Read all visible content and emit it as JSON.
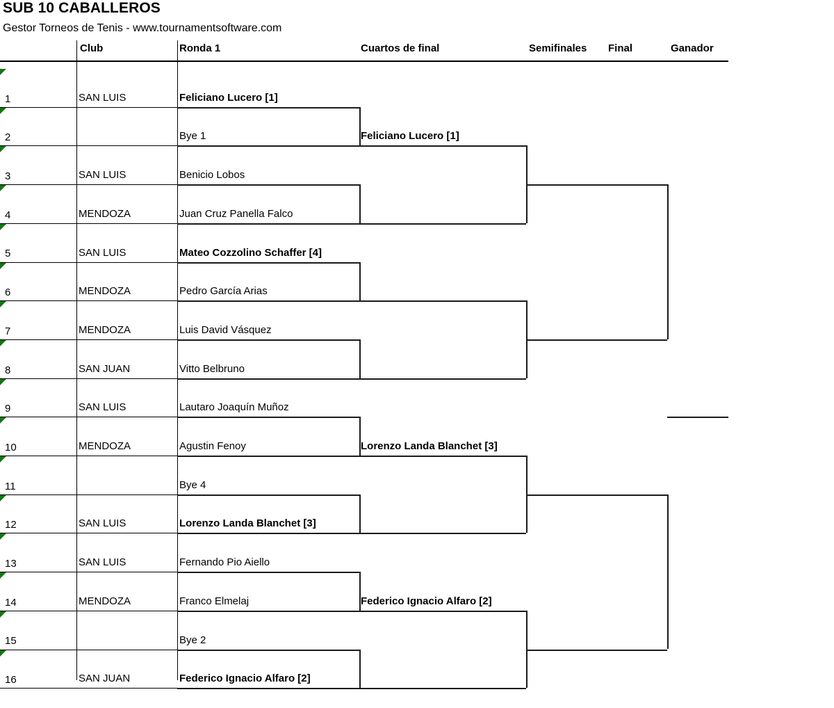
{
  "tournament": {
    "title": "SUB 10 CABALLEROS",
    "subtitle": "Gestor Torneos de Tenis - www.tournamentsoftware.com"
  },
  "headers": {
    "seed": "",
    "club": "Club",
    "round1": "Ronda 1",
    "quarterfinals": "Cuartos de final",
    "semifinals": "Semifinales",
    "final": "Final",
    "winner": "Ganador"
  },
  "colors": {
    "line": "#1a1a1a",
    "grid": "#000000",
    "comment_marker": "#117711",
    "text": "#000000",
    "background": "#ffffff"
  },
  "round1": [
    {
      "seed": "1",
      "club": "SAN LUIS",
      "player": "Feliciano Lucero [1]",
      "bold": true
    },
    {
      "seed": "2",
      "club": "",
      "player": "Bye 1",
      "bold": false
    },
    {
      "seed": "3",
      "club": "SAN LUIS",
      "player": "Benicio Lobos",
      "bold": false
    },
    {
      "seed": "4",
      "club": "MENDOZA",
      "player": "Juan Cruz Panella Falco",
      "bold": false
    },
    {
      "seed": "5",
      "club": "SAN LUIS",
      "player": "Mateo Cozzolino Schaffer [4]",
      "bold": true
    },
    {
      "seed": "6",
      "club": "MENDOZA",
      "player": "Pedro García Arias",
      "bold": false
    },
    {
      "seed": "7",
      "club": "MENDOZA",
      "player": "Luis David Vásquez",
      "bold": false
    },
    {
      "seed": "8",
      "club": "SAN JUAN",
      "player": "Vitto Belbruno",
      "bold": false
    },
    {
      "seed": "9",
      "club": "SAN LUIS",
      "player": "Lautaro Joaquín Muñoz",
      "bold": false
    },
    {
      "seed": "10",
      "club": "MENDOZA",
      "player": "Agustin Fenoy",
      "bold": false
    },
    {
      "seed": "11",
      "club": "",
      "player": "Bye 4",
      "bold": false
    },
    {
      "seed": "12",
      "club": "SAN LUIS",
      "player": "Lorenzo Landa Blanchet [3]",
      "bold": true
    },
    {
      "seed": "13",
      "club": "SAN LUIS",
      "player": "Fernando Pio Aiello",
      "bold": false
    },
    {
      "seed": "14",
      "club": "MENDOZA",
      "player": "Franco Elmelaj",
      "bold": false
    },
    {
      "seed": "15",
      "club": "",
      "player": "Bye 2",
      "bold": false
    },
    {
      "seed": "16",
      "club": "SAN JUAN",
      "player": "Federico Ignacio Alfaro [2]",
      "bold": true
    }
  ],
  "quarterfinals": [
    {
      "player": "Feliciano Lucero [1]"
    },
    {
      "player": ""
    },
    {
      "player": "Lorenzo Landa Blanchet [3]"
    },
    {
      "player": "Federico Ignacio Alfaro [2]"
    }
  ],
  "semifinals": [
    {
      "player": ""
    },
    {
      "player": ""
    }
  ],
  "final": [
    {
      "player": ""
    }
  ],
  "winner": {
    "player": ""
  }
}
